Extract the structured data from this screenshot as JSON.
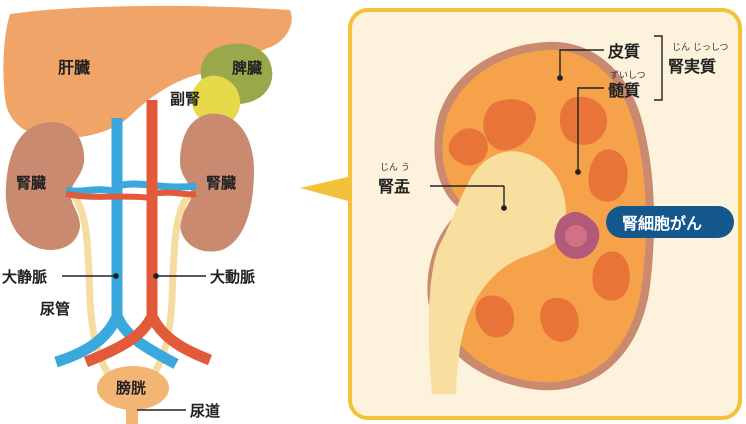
{
  "colors": {
    "liver": "#f0a468",
    "spleen": "#9aa84c",
    "adrenal": "#e6d94a",
    "kidney": "#c98a70",
    "vein": "#3aa8dc",
    "artery": "#e25a3a",
    "ureter": "#f5dca0",
    "bladder": "#f3b574",
    "panel_bg": "#fdf3dd",
    "panel_border": "#f3c23a",
    "cortex": "#f5a24a",
    "pelvis": "#f8dfa0",
    "tumor": "#b35a7a",
    "badge": "#14578c"
  },
  "labels": {
    "liver": "肝臓",
    "spleen": "脾臓",
    "adrenal": "副腎",
    "kidney_left": "腎臓",
    "kidney_right": "腎臓",
    "vena_cava": "大静脈",
    "aorta": "大動脈",
    "ureter": "尿管",
    "bladder": "膀胱",
    "urethra": "尿道",
    "cortex": "皮質",
    "medulla": "髄質",
    "medulla_ruby": "ずいしつ",
    "parenchyma": "腎実質",
    "parenchyma_ruby": "じん じっしつ",
    "pelvis": "腎盂",
    "pelvis_ruby": "じん う",
    "cancer_badge": "腎細胞がん"
  }
}
